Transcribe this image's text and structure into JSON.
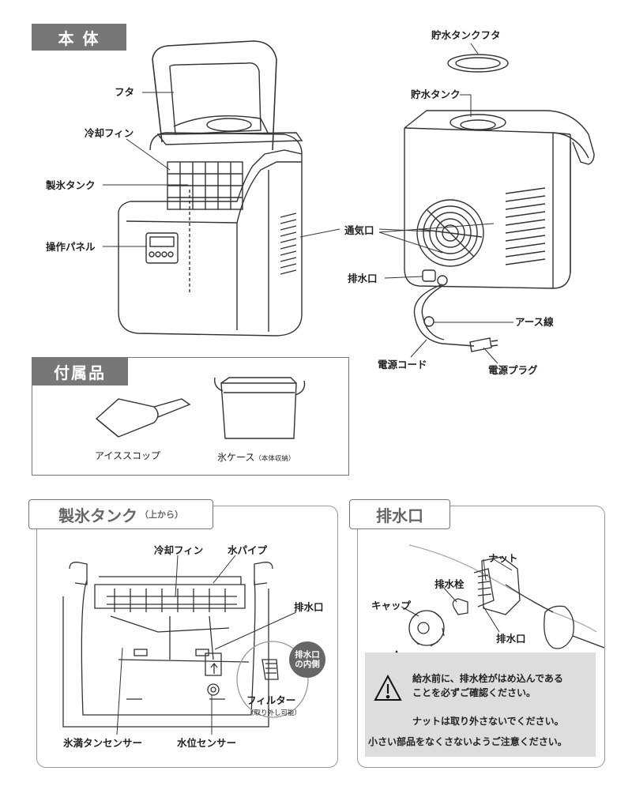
{
  "main_unit": {
    "header": "本 体",
    "labels": {
      "lid": "フタ",
      "cooling_fin": "冷却フィン",
      "ice_tank": "製氷タンク",
      "control_panel": "操作パネル",
      "tank_lid": "貯水タンクフタ",
      "water_tank": "貯水タンク",
      "vent": "通気口",
      "drain": "排水口",
      "earth_wire": "アース線",
      "power_cord": "電源コード",
      "power_plug": "電源プラグ"
    }
  },
  "accessories": {
    "header": "付属品",
    "scoop": "アイススコップ",
    "ice_case": "氷ケース",
    "ice_case_note": "（本体収納）"
  },
  "ice_tank_section": {
    "header": "製氷タンク",
    "header_sub": "（上から）",
    "labels": {
      "cooling_fin": "冷却フィン",
      "water_pipe": "水パイプ",
      "drain": "排水口",
      "badge": "排水口の内側",
      "filter": "フィルター",
      "filter_note": "（取り外し可能）",
      "ice_full_sensor": "氷満タンセンサー",
      "water_level_sensor": "水位センサー"
    }
  },
  "drain_section": {
    "header": "排水口",
    "labels": {
      "cap": "キャップ",
      "drain_plug": "排水栓",
      "nut": "ナット",
      "drain": "排水口"
    },
    "warning_line1": "給水前に、排水栓がはめ込んである",
    "warning_line2": "ことを必ずご確認ください。",
    "warning_line3": "ナットは取り外さないでください。",
    "warning_line4": "小さい部品をなくさないようご注意ください。"
  }
}
